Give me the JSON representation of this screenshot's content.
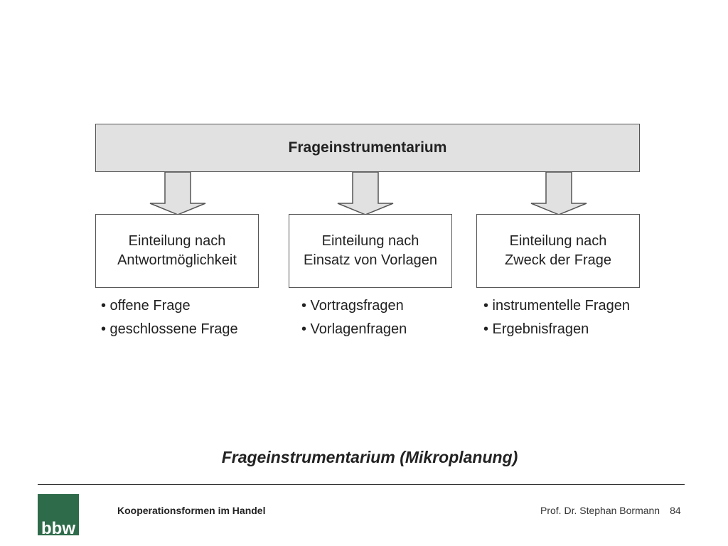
{
  "top_box": {
    "label": "Frageinstrumentarium"
  },
  "categories": [
    {
      "line1": "Einteilung nach",
      "line2": "Antwortmöglichkeit",
      "bullets": [
        "• offene Frage",
        "• geschlossene Frage"
      ]
    },
    {
      "line1": "Einteilung nach",
      "line2": "Einsatz von Vorlagen",
      "bullets": [
        "• Vortragsfragen",
        "• Vorlagenfragen"
      ]
    },
    {
      "line1": "Einteilung nach",
      "line2": "Zweck der Frage",
      "bullets": [
        "• instrumentelle Fragen",
        "• Ergebnisfragen"
      ]
    }
  ],
  "caption": "Frageinstrumentarium (Mikroplanung)",
  "footer": {
    "course": "Kooperationsformen im Handel",
    "author": "Prof. Dr. Stephan Bormann",
    "page": "84"
  },
  "logo": {
    "text": "bbw",
    "color": "#2e6b4a"
  },
  "colors": {
    "top_box_fill": "#e1e1e1",
    "arrow_fill": "#e1e1e1",
    "border": "#555555"
  }
}
